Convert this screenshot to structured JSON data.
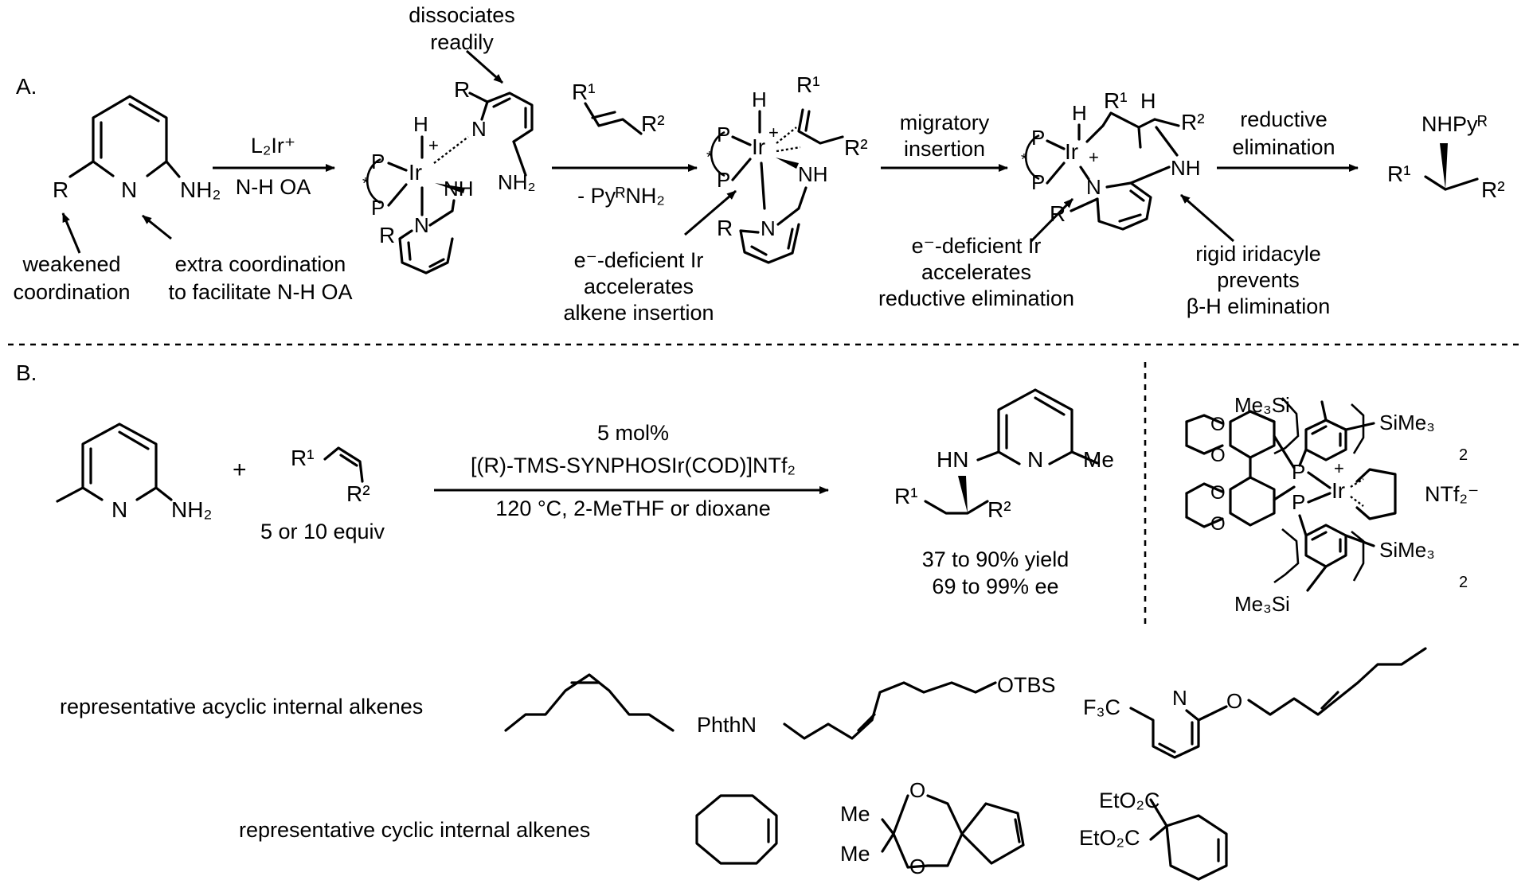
{
  "panel_A": {
    "label": "A.",
    "ligand_atom_symbols": [
      "P",
      "*",
      "Ir",
      "H",
      "+",
      "N",
      "R",
      "NH",
      "NH₂"
    ],
    "substrate": {
      "r_group": "R",
      "nitrogen": "N",
      "amine": "NH₂",
      "note_weakened": [
        "weakened",
        "coordination"
      ],
      "note_extra": [
        "extra coordination",
        "to facilitate N-H OA"
      ]
    },
    "step1": {
      "above": "L₂Ir⁺",
      "below": "N-H OA"
    },
    "complex1_note": [
      "dissociates",
      "readily"
    ],
    "step2": {
      "alkene_R1": "R¹",
      "alkene_R2": "R²",
      "below": "- PyᴿNH₂"
    },
    "complex2_note": [
      "e⁻-deficient Ir",
      "accelerates",
      "alkene insertion"
    ],
    "complex2_R1": "R¹",
    "complex2_R2": "R²",
    "step3": [
      "migratory",
      "insertion"
    ],
    "complex3_R1": "R¹",
    "complex3_R2": "R²",
    "complex3_H": "H",
    "complex3_NH": "NH",
    "complex3_note_left": [
      "e⁻-deficient Ir",
      "accelerates",
      "reductive elimination"
    ],
    "complex3_note_right": [
      "rigid iridacyle",
      "prevents",
      "β-H elimination"
    ],
    "step4": [
      "reductive",
      "elimination"
    ],
    "product": {
      "amine": "NHPyᴿ",
      "R1": "R¹",
      "R2": "R²"
    }
  },
  "panel_B": {
    "label": "B.",
    "sm_N": "N",
    "sm_NH2": "NH₂",
    "plus": "+",
    "alkene_R1": "R¹",
    "alkene_R2": "R²",
    "equiv": "5 or 10 equiv",
    "catalyst_loading": "5 mol%",
    "catalyst": "[(R)-TMS-SYNPHOSIr(COD)]NTf₂",
    "conditions": "120 °C, 2-MeTHF or dioxane",
    "product_HN": "HN",
    "product_N": "N",
    "product_Me": "Me",
    "product_R1": "R¹",
    "product_R2": "R²",
    "yield": "37 to 90% yield",
    "ee": "69 to 99% ee",
    "catalyst_structure": {
      "tms_top": "Me₃Si",
      "tms_right1": "SiMe₃",
      "tms_right2": "SiMe₃",
      "tms_bottom": "Me₃Si",
      "sub_2": "2",
      "P": "P",
      "Ir": "Ir",
      "plus": "+",
      "counterion": "NTf₂⁻"
    },
    "acyclic_label": "representative acyclic internal alkenes",
    "acyclic": {
      "phthn": "PhthN",
      "otbs": "OTBS",
      "cf3": "F₃C",
      "N": "N",
      "O": "O"
    },
    "cyclic_label": "representative cyclic internal alkenes",
    "cyclic": {
      "me": "Me",
      "O": "O",
      "ester": "EtO₂C"
    }
  }
}
